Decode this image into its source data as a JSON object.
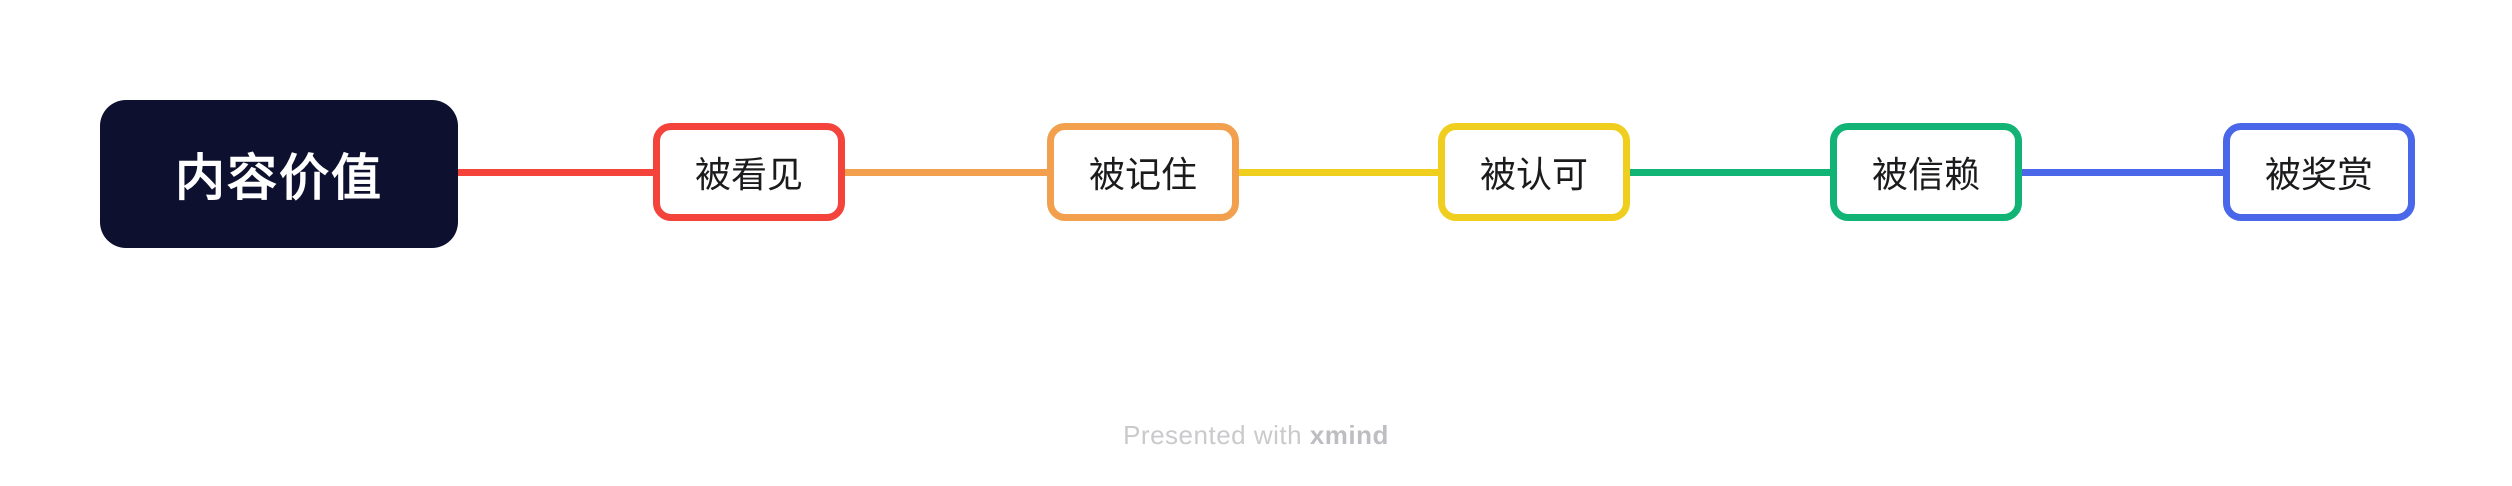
{
  "canvas": {
    "background_color": "#ffffff"
  },
  "mindmap": {
    "root": {
      "label": "内容价值",
      "fill_color": "#0d102e",
      "text_color": "#ffffff"
    },
    "children": [
      {
        "label": "被看见",
        "color": "#f4433a"
      },
      {
        "label": "被记住",
        "color": "#f2a04e"
      },
      {
        "label": "被认可",
        "color": "#f0ce1e"
      },
      {
        "label": "被信赖",
        "color": "#12b476"
      },
      {
        "label": "被奖赏",
        "color": "#4967e8"
      }
    ]
  },
  "watermark": {
    "prefix": "Presented with ",
    "brand": "xmind"
  }
}
